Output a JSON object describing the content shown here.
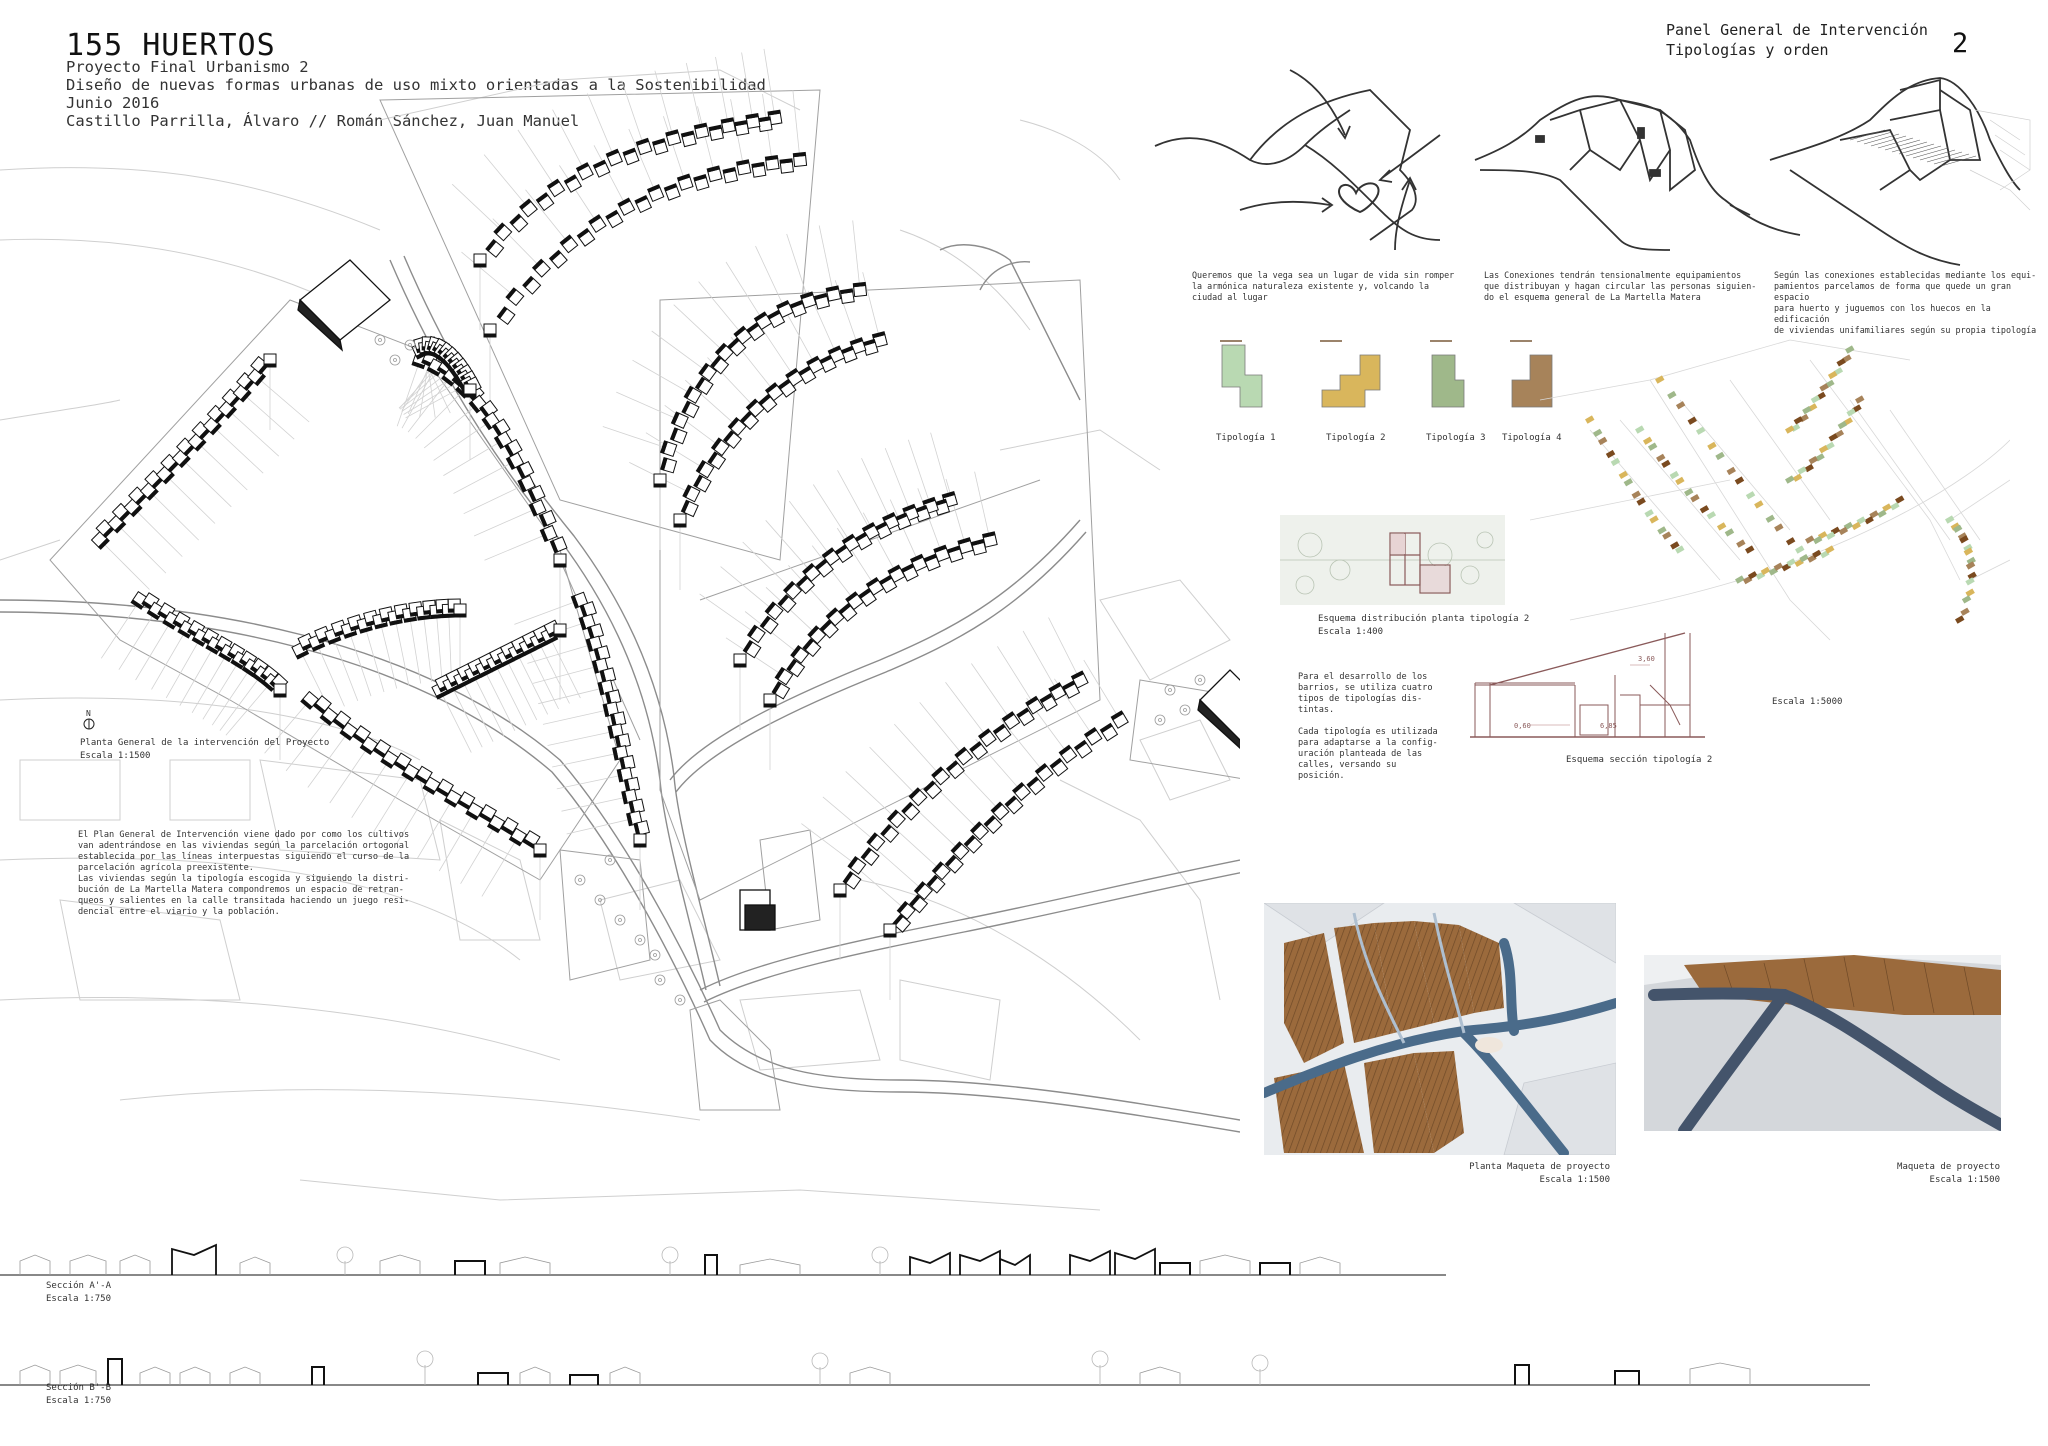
{
  "header": {
    "title": "155 HUERTOS",
    "subtitle": "Proyecto Final Urbanismo 2",
    "description": "Diseño de nuevas formas urbanas de uso mixto orientadas a la Sostenibilidad",
    "date": "Junio 2016",
    "authors": "Castillo Parrilla, Álvaro // Román Sánchez, Juan Manuel"
  },
  "panel": {
    "title_line1": "Panel General de Intervención",
    "title_line2": "Tipologías y orden",
    "number": "2"
  },
  "north": {
    "label": "N"
  },
  "plan": {
    "caption": "Planta General de la intervención del Proyecto",
    "scale": "Escala 1:1500"
  },
  "plan_text": {
    "lines": [
      "El Plan General de Intervención viene dado por como los cultivos",
      "van adentrándose en las viviendas según la parcelación ortogonal",
      "establecida por las líneas interpuestas siguiendo el curso de la",
      "parcelación agrícola preexistente.",
      "Las viviendas según la tipología escogida y siguiendo la distri-",
      "bución de La Martella Matera compondremos un espacio de retran-",
      "queos y salientes en la calle transitada haciendo un juego resi-",
      "dencial entre el viario y la población."
    ]
  },
  "diagrams": {
    "d1": [
      "Queremos que la vega sea un lugar de vida sin romper",
      "la armónica naturaleza existente y, volcando la",
      "ciudad al lugar"
    ],
    "d2": [
      "Las Conexiones tendrán tensionalmente equipamientos",
      "que distribuyan y hagan circular las personas siguien-",
      "do el esquema general de La Martella Matera"
    ],
    "d3": [
      "Según las conexiones establecidas mediante los equi-",
      "pamientos parcelamos de forma que quede un gran espacio",
      "para huerto y juguemos con los huecos en la edificación",
      "de viviendas unifamiliares según su propia tipología"
    ]
  },
  "typologies": [
    {
      "label": "Tipología 1",
      "color": "#b9d9b2"
    },
    {
      "label": "Tipología 2",
      "color": "#d9b65c"
    },
    {
      "label": "Tipología 3",
      "color": "#9fb88a"
    },
    {
      "label": "Tipología 4",
      "color": "#a7835a"
    }
  ],
  "scheme_plan": {
    "caption": "Esquema distribución planta tipología 2",
    "scale": "Escala 1:400"
  },
  "scheme_text": {
    "lines": [
      "Para el desarrollo de los",
      "barrios, se utiliza cuatro",
      "tipos de tipologías dis-",
      "tintas.",
      "",
      "Cada tipología es utilizada",
      "para adaptarse a la config-",
      "uración planteada de las",
      "calles, versando su",
      "posición."
    ]
  },
  "scheme_section": {
    "caption": "Esquema sección tipología 2",
    "dim1": "0,60",
    "dim2": "3,60",
    "dim3": "6,85"
  },
  "small_plan": {
    "scale": "Escala 1:5000"
  },
  "model_plan": {
    "caption": "Planta Maqueta de proyecto",
    "scale": "Escala 1:1500"
  },
  "model_3d": {
    "caption": "Maqueta de proyecto",
    "scale": "Escala 1:1500"
  },
  "section_a": {
    "caption": "Sección A'-A",
    "scale": "Escala 1:750"
  },
  "section_b": {
    "caption": "Sección B'-B",
    "scale": "Escala 1:750"
  },
  "colors": {
    "line": "#c7c7c7",
    "dark": "#111111",
    "water": "#4a6b8a",
    "terrain": "#d9dbde",
    "roofs": "#9b6a3c"
  }
}
